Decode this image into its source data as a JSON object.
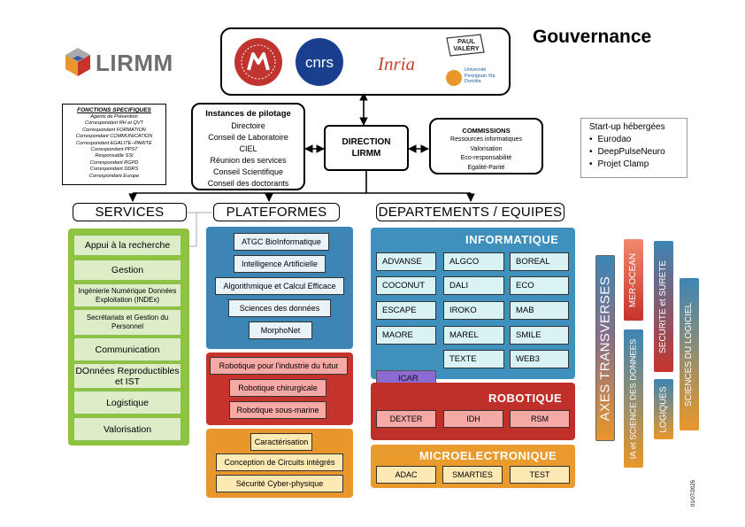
{
  "page_title": "Gouvernance",
  "lirmm_logo_text": "LIRMM",
  "partner_logos": {
    "montpellier": "Université de Montpellier",
    "cnrs": "cnrs",
    "inria": "Inria",
    "paul_valery": "PAUL VALÉRY",
    "perpignan": "Université Perpignan Via Domitia"
  },
  "fonctions": {
    "title": "FONCTIONS SPECIFIQUES",
    "items": [
      "Agents de Prévention",
      "Correspondant RH et QVT",
      "Correspondant FORMATION",
      "Correspondant COMMUNICATION",
      "Correspondant EGALITE--PARITE",
      "Correspondant PPST",
      "Responsable SSI",
      "Correspondant RGPD",
      "Correspondant DDRS",
      "Correspondant Europe"
    ]
  },
  "instances": {
    "title": "Instances de pilotage",
    "items": [
      "Directoire",
      "Conseil de Laboratoire",
      "CIEL",
      "Réunion des services",
      "Conseil Scientifique",
      "Conseil des doctorants"
    ]
  },
  "direction": {
    "line1": "DIRECTION",
    "line2": "LIRMM"
  },
  "commissions": {
    "title": "COMMISSIONS",
    "items": [
      "Ressources informatiques",
      "Valorisation",
      "Eco-responsabilité",
      "Egalité-Parité"
    ]
  },
  "startup": {
    "title": "Start-up hébergées",
    "items": [
      "Eurodao",
      "DeepPulseNeuro",
      "Projet Clamp"
    ]
  },
  "headers": {
    "services": "SERVICES",
    "plateformes": "PLATEFORMES",
    "departements": "DEPARTEMENTS / EQUIPES"
  },
  "services": [
    "Appui à la recherche",
    "Gestion",
    "Ingénierie Numérique Données Exploitation (INDEx)",
    "Secrétariats et Gestion du Personnel",
    "Communication",
    "DOnnées Reproductibles et IST",
    "Logistique",
    "Valorisation"
  ],
  "plateformes_blue": [
    "ATGC BioInformatique",
    "Intelligence Artificielle",
    "Algorithmique et Calcul Efficace",
    "Sciences des données",
    "MorphoNet"
  ],
  "plateformes_red": [
    "Robotique pour l'industrie du futur",
    "Robotique chirurgicale",
    "Robotique sous-marine"
  ],
  "plateformes_orange": [
    "Caractérisation",
    "Conception de Circuits intégrés",
    "Sécurité Cyber-physique"
  ],
  "informatique": {
    "title": "INFORMATIQUE",
    "teams": [
      "ADVANSE",
      "ALGCO",
      "BOREAL",
      "COCONUT",
      "DALI",
      "ECO",
      "ESCAPE",
      "IROKO",
      "MAB",
      "MAORE",
      "MAREL",
      "SMILE",
      "TEXTE",
      "WEB3"
    ],
    "icar": "ICAR"
  },
  "robotique": {
    "title": "ROBOTIQUE",
    "teams": [
      "DEXTER",
      "IDH",
      "RSM"
    ]
  },
  "microelectronique": {
    "title": "MICROELECTRONIQUE",
    "teams": [
      "ADAC",
      "SMARTIES",
      "TEST"
    ]
  },
  "axes": {
    "title": "AXES TRANSVERSES",
    "items": [
      "MER-OCEAN",
      "IA et SCIENCE DES DONNEES",
      "SECURITE et SURETE",
      "LOGIQUES",
      "SCIENCES DU LOGICIEL"
    ]
  },
  "date": "01/07/2025",
  "colors": {
    "services_green": "#8dc33f",
    "plateformes_blue": "#3d85b5",
    "plateformes_red": "#c6332c",
    "plateformes_orange": "#e9962b",
    "informatique_blue": "#3f90bd",
    "robotique_red": "#bf302a",
    "micro_orange": "#ea9b2e",
    "icar_purple": "#8b6bd1"
  }
}
